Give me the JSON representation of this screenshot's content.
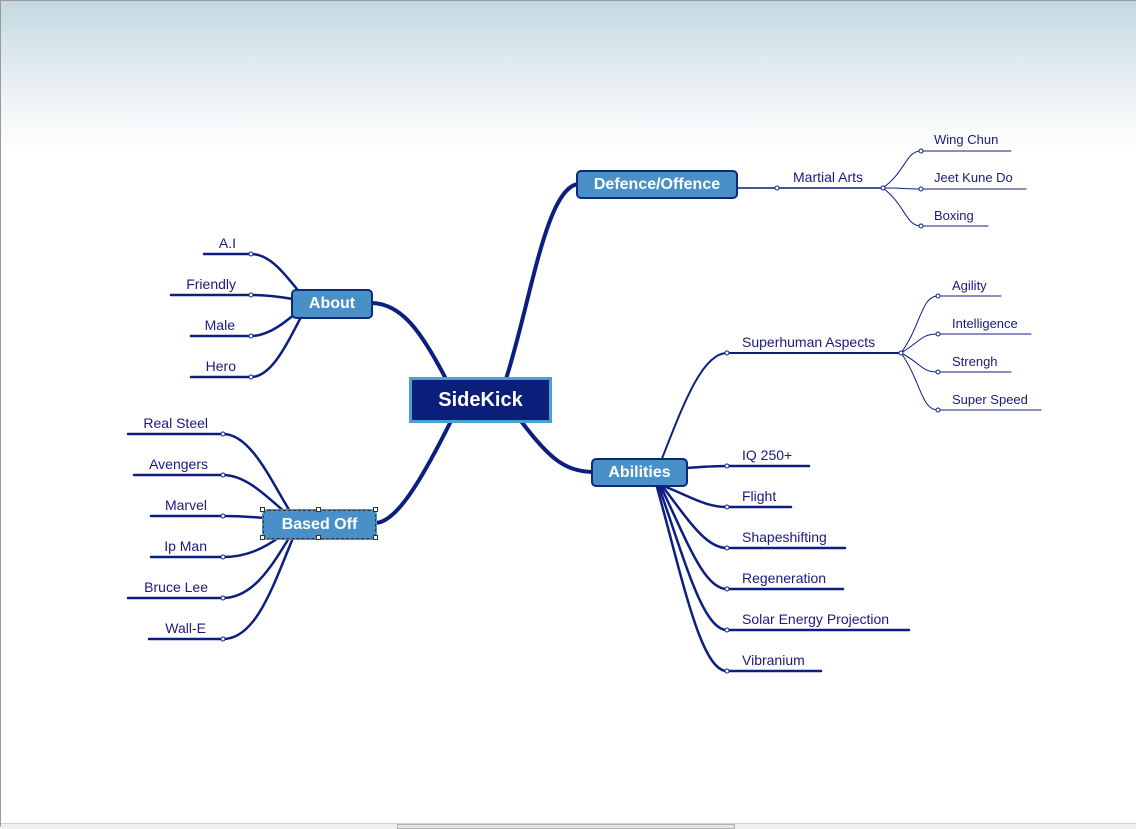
{
  "root": {
    "label": "SideKick"
  },
  "branches": {
    "defence": {
      "label": "Defence/Offence",
      "sub": "Martial Arts",
      "children": [
        "Wing Chun",
        "Jeet Kune Do",
        "Boxing"
      ]
    },
    "about": {
      "label": "About",
      "children": [
        "A.I",
        "Friendly",
        "Male",
        "Hero"
      ]
    },
    "based_off": {
      "label": "Based Off",
      "children": [
        "Real Steel",
        "Avengers",
        "Marvel",
        "Ip Man",
        "Bruce Lee",
        "Wall-E"
      ]
    },
    "abilities": {
      "label": "Abilities",
      "superhuman": {
        "label": "Superhuman Aspects",
        "children": [
          "Agility",
          "Intelligence",
          "Strengh",
          "Super Speed"
        ]
      },
      "children": [
        "IQ 250+",
        "Flight",
        "Shapeshifting",
        "Regeneration",
        "Solar Energy Projection",
        "Vibranium"
      ]
    }
  },
  "colors": {
    "branch_line": "#0c1f80",
    "node_fill": "#4a90c8",
    "root_fill": "#0b1f7a",
    "text": "#1a1a80"
  }
}
